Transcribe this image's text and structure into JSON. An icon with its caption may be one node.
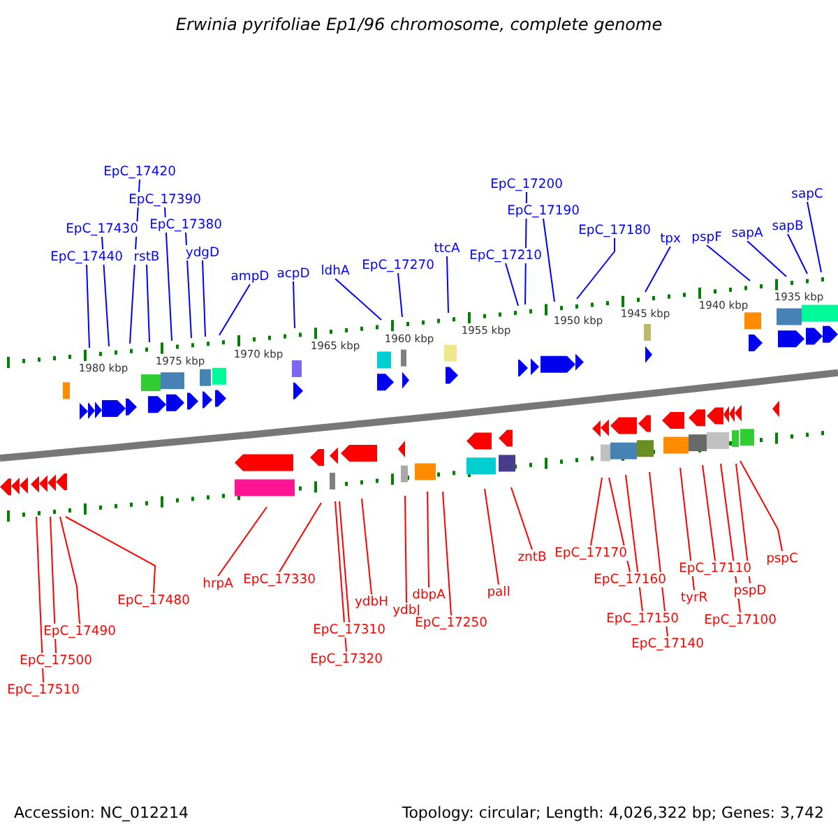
{
  "diagram": {
    "title": "Erwinia pyrifoliae Ep1/96 chromosome, complete genome",
    "nodes": [
      {
        "text": [
          "EpC_17420"
        ]
      },
      {
        "text": [
          "EpC_17390"
        ]
      },
      {
        "text": [
          "EpC_17200"
        ]
      },
      {
        "text": [
          "sapC"
        ]
      },
      {
        "text": [
          "EpC_17190"
        ]
      },
      {
        "text": [
          "EpC_17380"
        ]
      },
      {
        "text": [
          "EpC_17430"
        ]
      },
      {
        "text": [
          "sapB"
        ]
      },
      {
        "text": [
          "EpC_17180"
        ]
      },
      {
        "text": [
          "sapA"
        ]
      },
      {
        "text": [
          "pspF"
        ]
      },
      {
        "text": [
          "tpx"
        ]
      },
      {
        "text": [
          "ttcA"
        ]
      },
      {
        "text": [
          "EpC_17440"
        ]
      },
      {
        "text": [
          "rstB"
        ]
      },
      {
        "text": [
          "ydgD"
        ]
      },
      {
        "text": [
          "EpC_17210"
        ]
      },
      {
        "text": [
          "EpC_17270"
        ]
      },
      {
        "text": [
          "ldhA"
        ]
      },
      {
        "text": [
          "acpD"
        ]
      },
      {
        "text": [
          "ampD"
        ]
      },
      {
        "text": [
          "EpC_17170"
        ]
      },
      {
        "text": [
          "zntB"
        ]
      },
      {
        "text": [
          "pspC"
        ]
      },
      {
        "text": [
          "EpC_17110"
        ]
      },
      {
        "text": [
          "EpC_17160"
        ]
      },
      {
        "text": [
          "hrpA"
        ]
      },
      {
        "text": [
          "EpC_17330"
        ]
      },
      {
        "text": [
          "pall"
        ]
      },
      {
        "text": [
          "dbpA"
        ]
      },
      {
        "text": [
          "pspD"
        ]
      },
      {
        "text": [
          "tyrR"
        ]
      },
      {
        "text": [
          "EpC_17480"
        ]
      },
      {
        "text": [
          "ydbH"
        ]
      },
      {
        "text": [
          "ydbJ"
        ]
      },
      {
        "text": [
          "EpC_17150"
        ]
      },
      {
        "text": [
          "EpC_17100"
        ]
      },
      {
        "text": [
          "EpC_17250"
        ]
      },
      {
        "text": [
          "EpC_17490"
        ]
      },
      {
        "text": [
          "EpC_17310"
        ]
      },
      {
        "text": [
          "EpC_17140"
        ]
      },
      {
        "text": [
          "EpC_17320"
        ]
      },
      {
        "text": [
          "EpC_17500"
        ]
      },
      {
        "text": [
          "EpC_17510"
        ]
      }
    ],
    "edges": [
      {
        "from": 0,
        "to": null,
        "arrow": "none",
        "color": "#0000ff"
      },
      {
        "from": 1,
        "to": null,
        "arrow": "none",
        "color": "#0000ff"
      },
      {
        "from": 2,
        "to": null,
        "arrow": "none",
        "color": "#0000ff"
      },
      {
        "from": 3,
        "to": null,
        "arrow": "none",
        "color": "#0000ff"
      },
      {
        "from": 4,
        "to": null,
        "arrow": "none",
        "color": "#0000ff"
      },
      {
        "from": 5,
        "to": null,
        "arrow": "none",
        "color": "#0000ff"
      },
      {
        "from": 6,
        "to": null,
        "arrow": "none",
        "color": "#0000ff"
      },
      {
        "from": 7,
        "to": null,
        "arrow": "none",
        "color": "#0000ff"
      },
      {
        "from": 8,
        "to": null,
        "arrow": "none",
        "color": "#0000ff"
      },
      {
        "from": 9,
        "to": null,
        "arrow": "none",
        "color": "#0000ff"
      },
      {
        "from": 10,
        "to": null,
        "arrow": "none",
        "color": "#0000ff"
      },
      {
        "from": 11,
        "to": null,
        "arrow": "none",
        "color": "#0000ff"
      },
      {
        "from": 12,
        "to": null,
        "arrow": "none",
        "color": "#0000ff"
      },
      {
        "from": 13,
        "to": null,
        "arrow": "none",
        "color": "#0000ff"
      },
      {
        "from": 14,
        "to": null,
        "arrow": "none",
        "color": "#0000ff"
      },
      {
        "from": 15,
        "to": null,
        "arrow": "none",
        "color": "#0000ff"
      },
      {
        "from": 16,
        "to": null,
        "arrow": "none",
        "color": "#0000ff"
      },
      {
        "from": 17,
        "to": null,
        "arrow": "none",
        "color": "#0000ff"
      },
      {
        "from": 18,
        "to": null,
        "arrow": "none",
        "color": "#0000ff"
      },
      {
        "from": 19,
        "to": null,
        "arrow": "none",
        "color": "#0000ff"
      },
      {
        "from": 20,
        "to": null,
        "arrow": "none",
        "color": "#0000ff"
      },
      {
        "from": 21,
        "to": null,
        "arrow": "none"
      },
      {
        "from": 22,
        "to": null,
        "arrow": "none"
      },
      {
        "from": 23,
        "to": null,
        "arrow": "none"
      },
      {
        "from": 24,
        "to": null,
        "arrow": "none"
      },
      {
        "from": 25,
        "to": null,
        "arrow": "none"
      },
      {
        "from": 26,
        "to": null,
        "arrow": "none"
      },
      {
        "from": 27,
        "to": null,
        "arrow": "none"
      },
      {
        "from": 28,
        "to": null,
        "arrow": "none"
      },
      {
        "from": 29,
        "to": null,
        "arrow": "none"
      },
      {
        "from": 30,
        "to": null,
        "arrow": "none"
      },
      {
        "from": 31,
        "to": null,
        "arrow": "none"
      },
      {
        "from": 32,
        "to": null,
        "arrow": "none"
      },
      {
        "from": 33,
        "to": null,
        "arrow": "none"
      },
      {
        "from": 34,
        "to": null,
        "arrow": "none"
      },
      {
        "from": 35,
        "to": null,
        "arrow": "none"
      },
      {
        "from": 36,
        "to": null,
        "arrow": "none"
      },
      {
        "from": 37,
        "to": null,
        "arrow": "none"
      },
      {
        "from": 38,
        "to": null,
        "arrow": "none"
      },
      {
        "from": 39,
        "to": null,
        "arrow": "none"
      },
      {
        "from": 40,
        "to": null,
        "arrow": "none"
      },
      {
        "from": 41,
        "to": null,
        "arrow": "none"
      },
      {
        "from": 42,
        "to": null,
        "arrow": "none"
      },
      {
        "from": 43,
        "to": null,
        "arrow": "none"
      }
    ],
    "labels": [
      "1980 kbp",
      "1975 kbp",
      "1970 kbp",
      "1965 kbp",
      "1960 kbp",
      "1955 kbp",
      "1950 kbp",
      "1945 kbp",
      "1940 kbp",
      "1935 kbp",
      "Accession: NC_012214",
      "Topology: circular; Length: 4,026,322 bp; Genes: 3,742"
    ]
  }
}
